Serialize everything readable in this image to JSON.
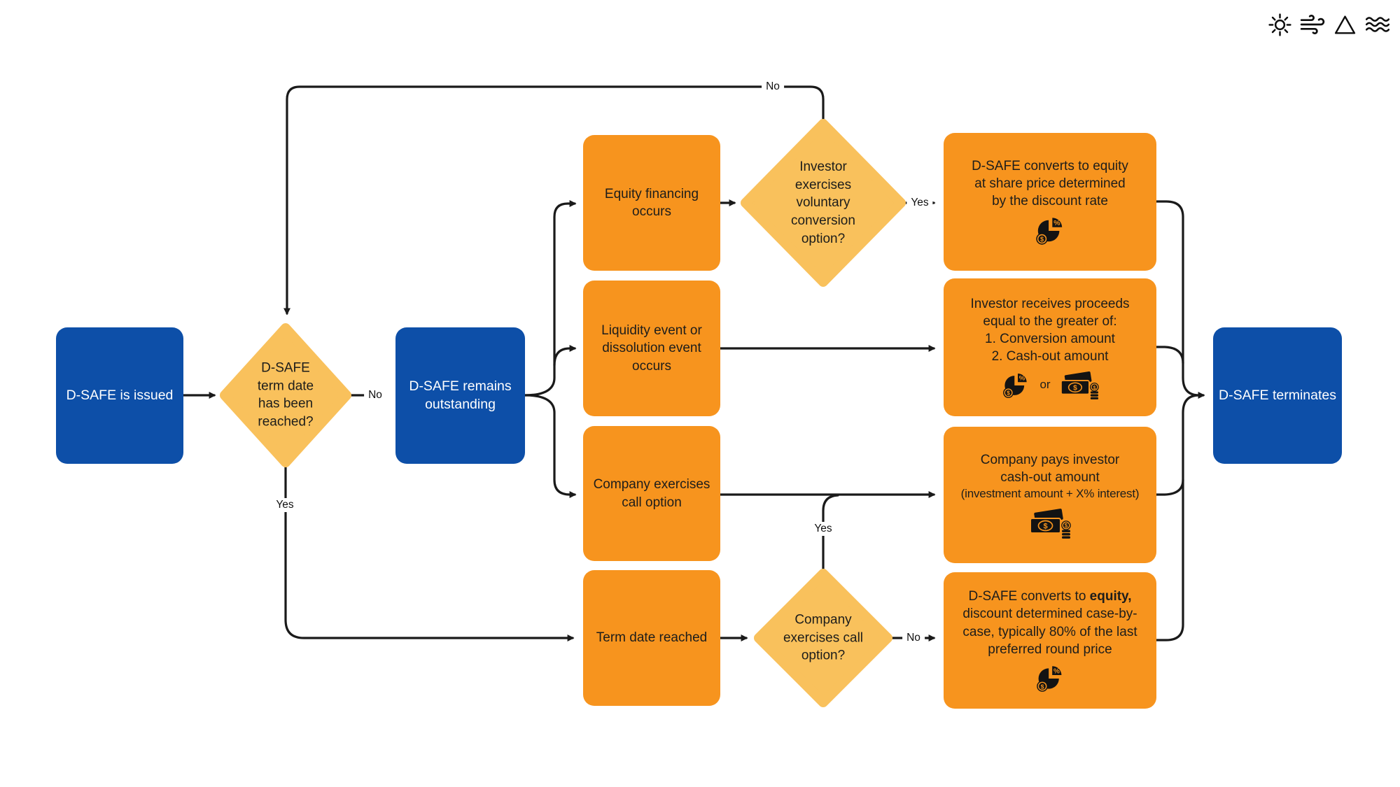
{
  "logo": {
    "icons": [
      {
        "name": "sun-icon"
      },
      {
        "name": "wind-icon"
      },
      {
        "name": "triangle-icon"
      },
      {
        "name": "waves-icon"
      }
    ]
  },
  "colors": {
    "primary_blue": "#0d4fa8",
    "box_orange": "#f7941e",
    "diamond_orange": "#f9c15c",
    "line_black": "#1a1a1a"
  },
  "flow": {
    "start": {
      "label": "D-SAFE is issued"
    },
    "term_decision": {
      "label": "D-SAFE term date has been reached?",
      "no_label": "No",
      "yes_label": "Yes"
    },
    "outstanding": {
      "label": "D-SAFE remains outstanding"
    },
    "events": [
      {
        "label": "Equity financing occurs"
      },
      {
        "label": "Liquidity event or dissolution event occurs"
      },
      {
        "label": "Company exercises call option"
      },
      {
        "label": "Term date reached"
      }
    ],
    "voluntary_decision": {
      "label": "Investor exercises voluntary conversion option?",
      "yes_label": "Yes",
      "no_label": "No"
    },
    "call_decision": {
      "label": "Company exercises call option?",
      "yes_label": "Yes",
      "no_label": "No"
    },
    "outcomes": [
      {
        "lines": [
          "D-SAFE converts to equity",
          "at share price determined",
          "by the discount rate"
        ],
        "icon": "pie-discount-icon"
      },
      {
        "lines": [
          "Investor receives proceeds",
          "equal to the greater of:",
          "1. Conversion amount",
          "2. Cash-out amount"
        ],
        "or_label": "or",
        "icons": [
          "pie-discount-icon",
          "cash-icon"
        ]
      },
      {
        "lines": [
          "Company pays investor",
          "cash-out amount",
          "(investment amount + X% interest)"
        ],
        "icon": "cash-icon"
      },
      {
        "text_prefix": "D-SAFE converts to ",
        "text_bold": "equity,",
        "text_suffix": " discount determined case-by-case, typically 80% of the last preferred round price",
        "icon": "pie-discount-icon"
      }
    ],
    "terminate": {
      "label": "D-SAFE terminates"
    }
  },
  "icon_glyphs": {
    "dollar": "$",
    "percent": "%"
  }
}
